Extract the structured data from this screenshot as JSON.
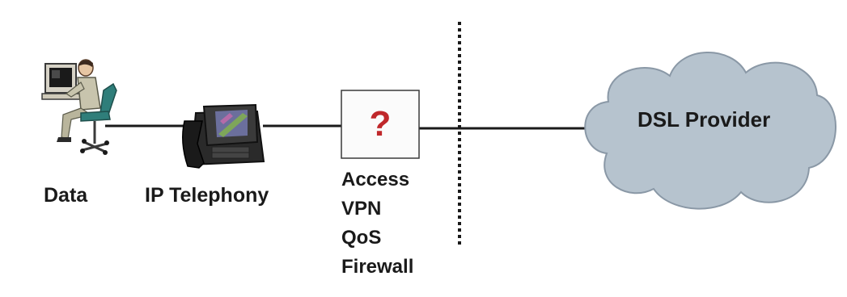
{
  "nodes": {
    "data_label": "Data",
    "ip_telephony_label": "IP Telephony",
    "access_device": {
      "symbol": "?",
      "features": [
        "Access",
        "VPN",
        "QoS",
        "Firewall"
      ]
    },
    "provider_label": "DSL Provider"
  },
  "colors": {
    "line": "#1a1a1a",
    "cloud_fill": "#b6c3ce",
    "cloud_stroke": "#8a98a6",
    "question_mark": "#c0282b",
    "device_box_fill": "#fbfbfb"
  },
  "icons": [
    "person-at-computer-icon",
    "ip-phone-icon",
    "cloud-icon"
  ]
}
